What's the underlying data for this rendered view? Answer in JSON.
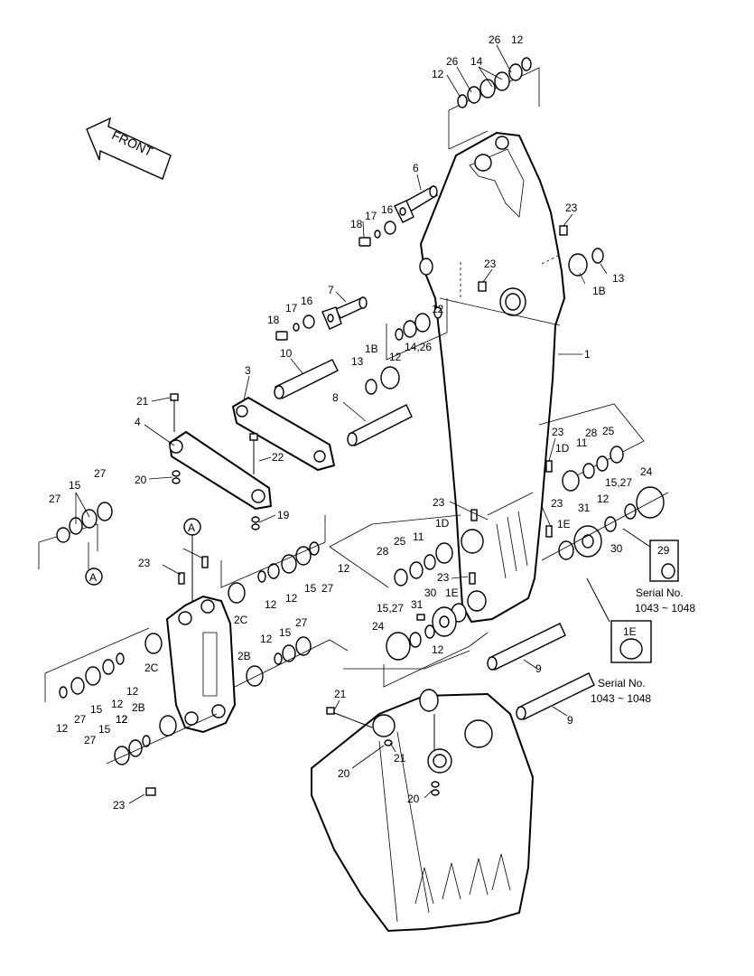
{
  "diagram": {
    "front_label": "FRONT",
    "ref_a": "A",
    "serial_notes": [
      {
        "text_1": "Serial No.",
        "text_2": "1043 ~ 1048",
        "part": "29"
      },
      {
        "text_1": "Serial No.",
        "text_2": "1043 ~ 1048",
        "part": "1E"
      }
    ],
    "callouts": [
      "26",
      "12",
      "14",
      "12",
      "26",
      "6",
      "16",
      "17",
      "18",
      "23",
      "1B",
      "13",
      "7",
      "17",
      "16",
      "18",
      "23",
      "12",
      "14,26",
      "12",
      "1B",
      "13",
      "10",
      "3",
      "1",
      "21",
      "4",
      "8",
      "22",
      "20",
      "19",
      "15",
      "27",
      "27",
      "23",
      "28",
      "11",
      "25",
      "1D",
      "24",
      "15,27",
      "12",
      "31",
      "30",
      "23",
      "1E",
      "23",
      "25",
      "11",
      "28",
      "1D",
      "23",
      "23",
      "12",
      "15",
      "27",
      "12",
      "12",
      "2C",
      "15",
      "12",
      "27",
      "12",
      "2B",
      "2C",
      "12",
      "12",
      "12",
      "15",
      "27",
      "12",
      "2B",
      "12",
      "27",
      "15",
      "23",
      "31",
      "30",
      "1E",
      "15,27",
      "24",
      "12",
      "9",
      "9",
      "21",
      "21",
      "20",
      "20",
      "29",
      "1E"
    ]
  }
}
